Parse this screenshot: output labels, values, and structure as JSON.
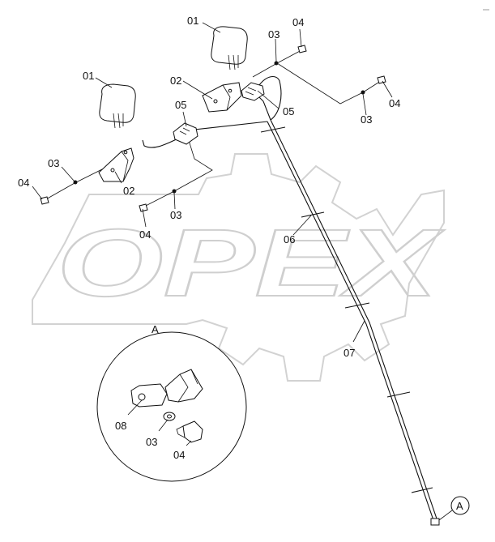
{
  "watermark": {
    "text": "OPEX"
  },
  "callouts": {
    "lamp_left": "01",
    "lamp_top": "01",
    "bracket_left": "02",
    "bracket_top": "02",
    "washer_left": "03",
    "washer_mid": "03",
    "washer_top": "03",
    "washer_right": "03",
    "washer_detail": "03",
    "bolt_left": "04",
    "bolt_mid": "04",
    "bolt_top": "04",
    "bolt_right": "04",
    "bolt_detail": "04",
    "connector_left": "05",
    "connector_right": "05",
    "tie": "06",
    "harness": "07",
    "detail_bracket": "08",
    "detail_title": "A",
    "detail_marker": "A"
  }
}
